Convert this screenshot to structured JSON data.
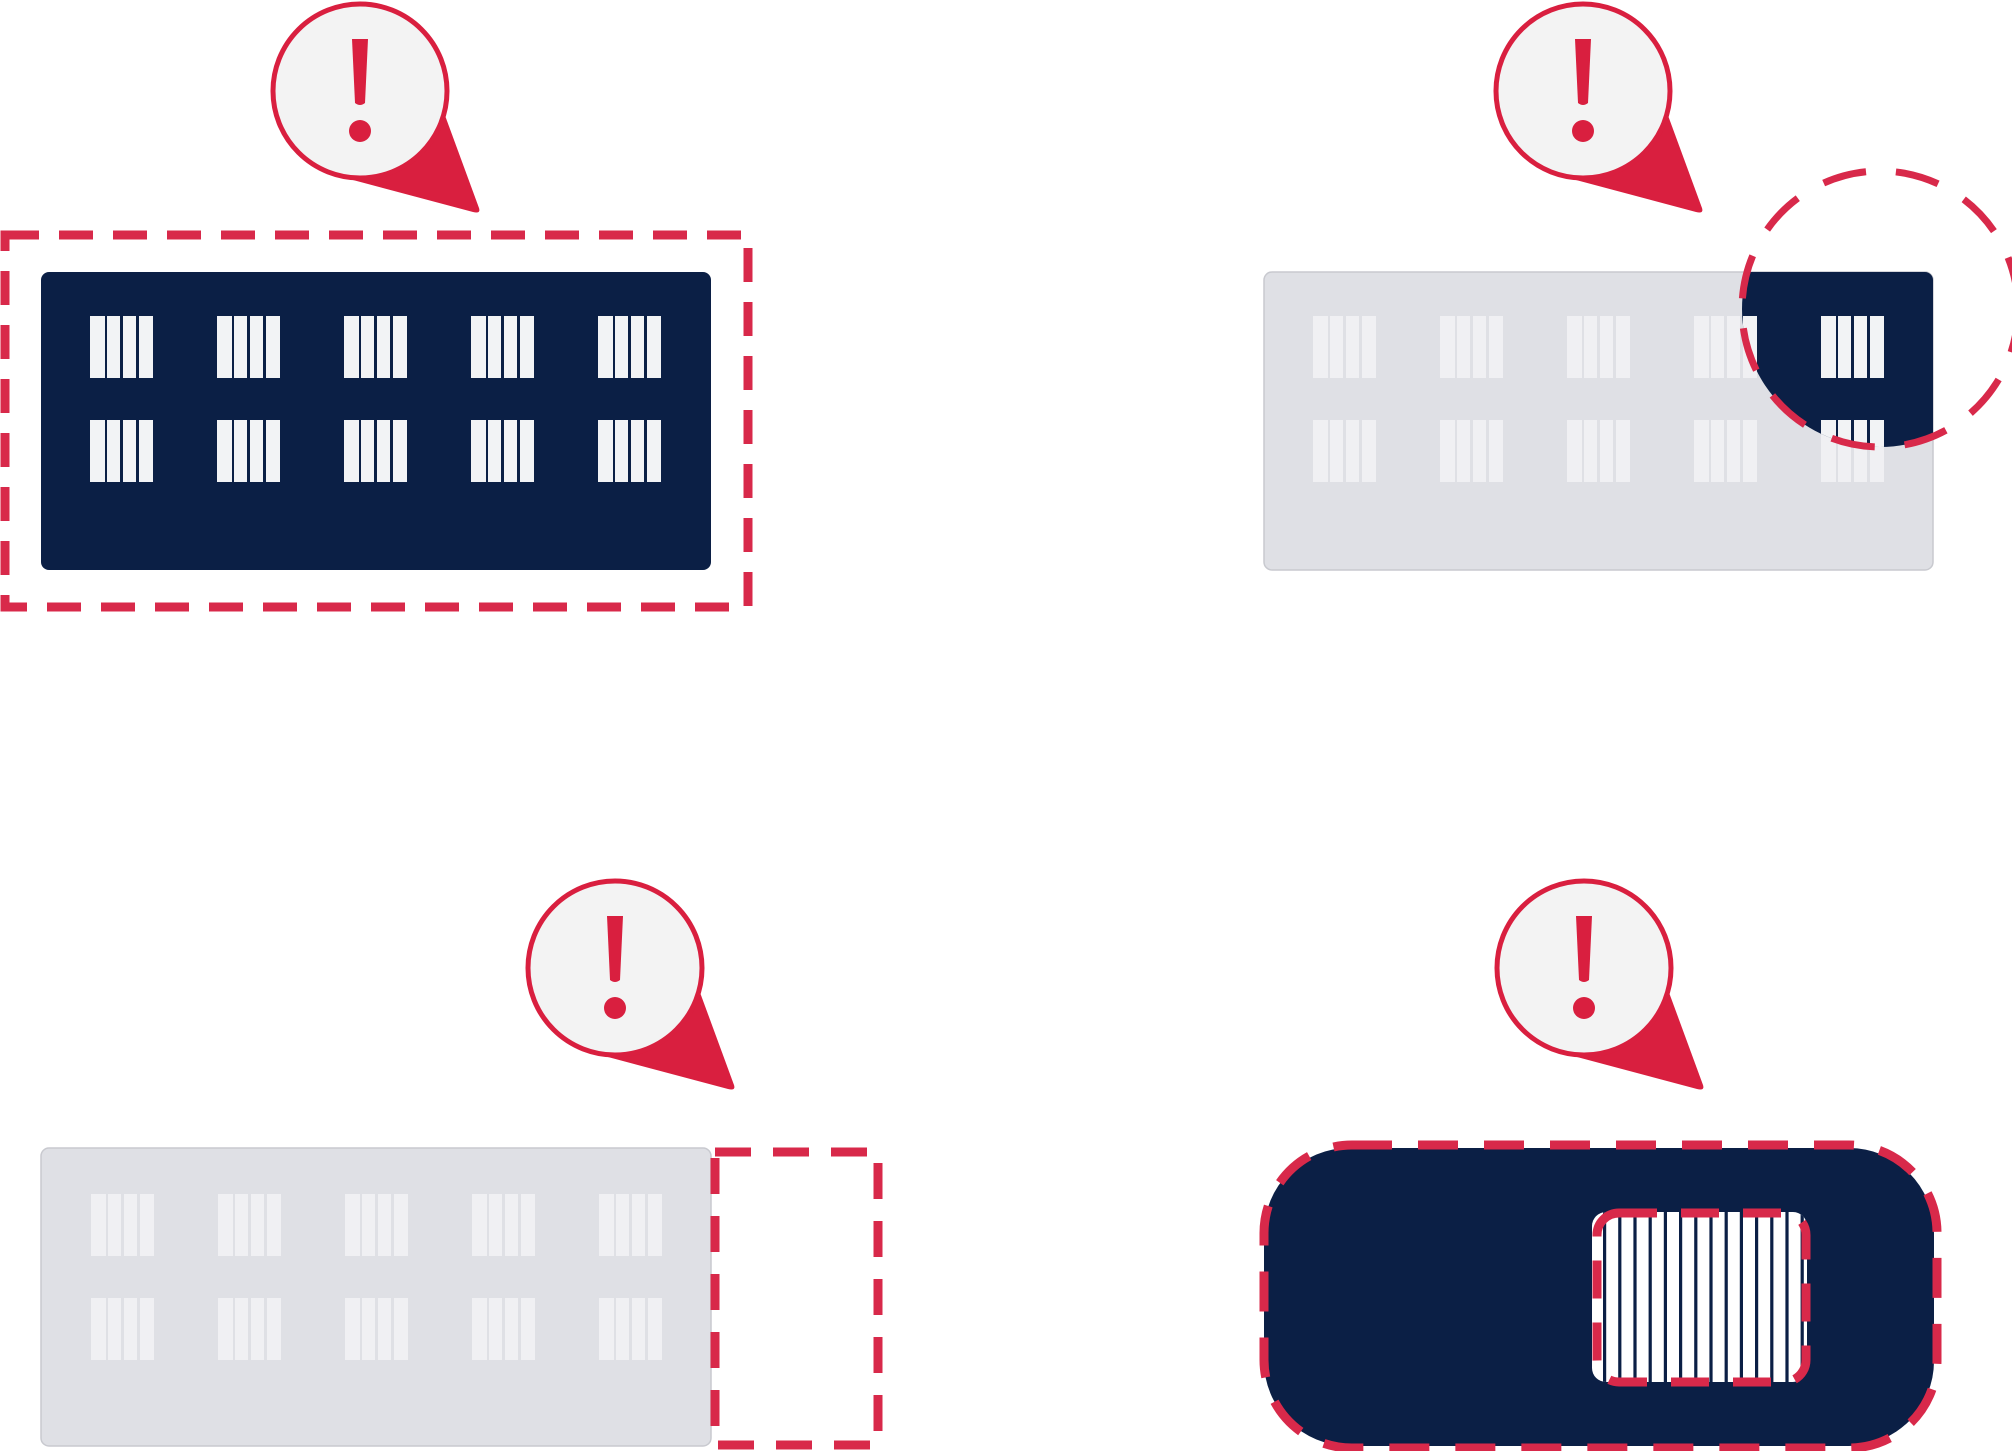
{
  "colors": {
    "navy": "#0b1f45",
    "alert_red": "#d91f3f",
    "dash_red": "#d8294a",
    "bubble_fill": "#f3f3f3",
    "disabled_panel": "#dfe0e5",
    "disabled_bars": "#f0f0f3",
    "bars_on_navy": "#f2f3f5",
    "background": "#ffffff"
  },
  "icons": {
    "alert": "exclamation-pin-icon",
    "barcode": "barcode-icon"
  },
  "panels": [
    {
      "name": "full-panel-selected",
      "state": "active",
      "barcode_rows": 2,
      "barcode_cols": 5,
      "highlight": "dashed-rectangle-around-panel"
    },
    {
      "name": "corner-region-selected",
      "state": "disabled-with-highlighted-corner",
      "barcode_rows": 2,
      "barcode_cols": 5,
      "highlight": "dashed-circle-top-right"
    },
    {
      "name": "outside-region-selected",
      "state": "disabled",
      "barcode_rows": 2,
      "barcode_cols": 5,
      "highlight": "dashed-rectangle-outside-right-edge"
    },
    {
      "name": "single-barcode-selected",
      "state": "active",
      "barcode_rows": 1,
      "barcode_cols": 1,
      "highlight": "dashed-rounded-panel-and-barcode"
    }
  ]
}
